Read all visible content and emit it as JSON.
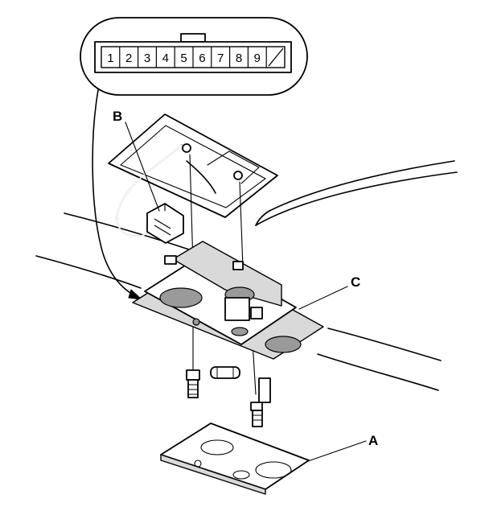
{
  "connector": {
    "pins": [
      "1",
      "2",
      "3",
      "4",
      "5",
      "6",
      "7",
      "8",
      "9"
    ]
  },
  "callouts": {
    "a": "A",
    "b": "B",
    "c": "C"
  }
}
